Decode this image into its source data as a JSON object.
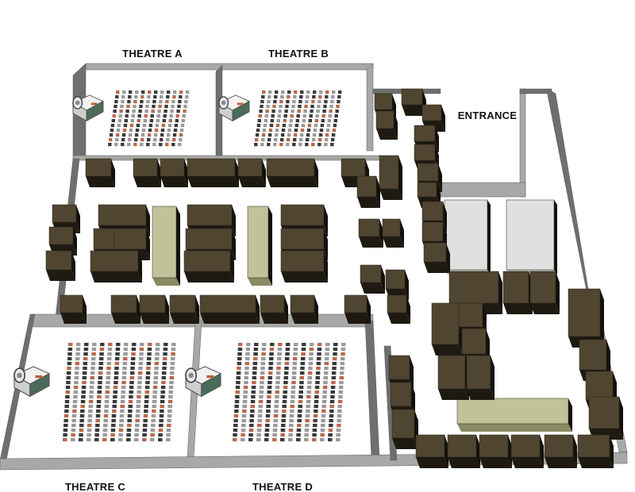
{
  "labels": {
    "theatre_a": "THEATRE A",
    "theatre_b": "THEATRE B",
    "theatre_c": "THEATRE C",
    "theatre_d": "THEATRE D",
    "entrance": "ENTRANCE"
  },
  "colors": {
    "wall_top": "#a8a8a8",
    "wall_face": "#6f6f6f",
    "floor": "#ffffff",
    "booth_top": "#504530",
    "booth_face": "#1e1a12",
    "table_top": "#c2c299",
    "table_face": "#8a8a62",
    "panel_top": "#e0e0e0",
    "panel_face": "#bdbdbd",
    "seat_dark": "#3a3a3a",
    "seat_light": "#9a9a9a",
    "seat_accent": "#b86a4a"
  },
  "icons": {
    "projector": "projector-icon"
  }
}
